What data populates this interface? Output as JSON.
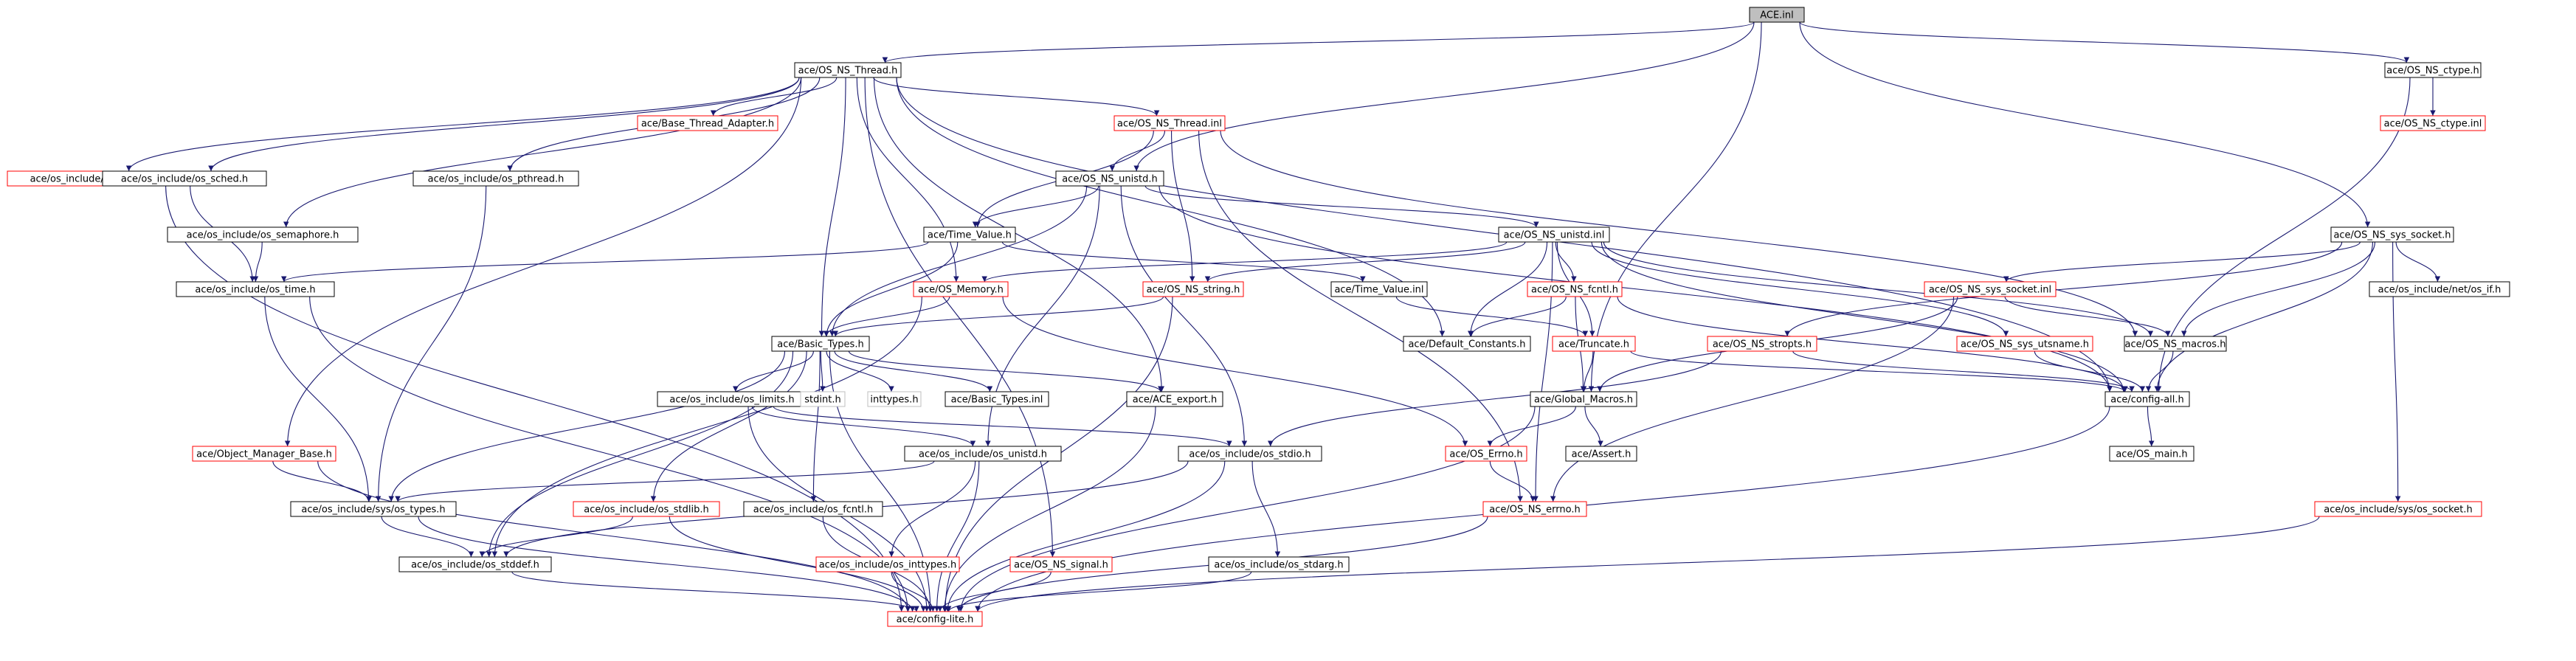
{
  "graph": {
    "colors": {
      "edge": "#191970",
      "node_border": "#000000",
      "missing_border": "#ff0000",
      "external_border": "#bfbfbf",
      "root_fill": "#bfbfbf",
      "node_fill": "#ffffff"
    },
    "nodes": [
      {
        "id": "ace_inl",
        "label": "ACE.inl",
        "kind": "root"
      },
      {
        "id": "os_ns_thread_h",
        "label": "ace/OS_NS_Thread.h",
        "kind": "normal"
      },
      {
        "id": "os_ns_ctype_h",
        "label": "ace/OS_NS_ctype.h",
        "kind": "normal"
      },
      {
        "id": "os_ns_ctype_inl",
        "label": "ace/OS_NS_ctype.inl",
        "kind": "missing"
      },
      {
        "id": "os_sem_h",
        "label": "ace/os_include/sys/os_sem.h",
        "kind": "missing"
      },
      {
        "id": "os_sched_h",
        "label": "ace/os_include/os_sched.h",
        "kind": "normal"
      },
      {
        "id": "base_thread_adapter_h",
        "label": "ace/Base_Thread_Adapter.h",
        "kind": "missing"
      },
      {
        "id": "os_pthread_h",
        "label": "ace/os_include/os_pthread.h",
        "kind": "normal"
      },
      {
        "id": "os_ns_thread_inl",
        "label": "ace/OS_NS_Thread.inl",
        "kind": "missing"
      },
      {
        "id": "os_ns_unistd_h",
        "label": "ace/OS_NS_unistd.h",
        "kind": "normal"
      },
      {
        "id": "os_semaphore_h",
        "label": "ace/os_include/os_semaphore.h",
        "kind": "normal"
      },
      {
        "id": "time_value_h",
        "label": "ace/Time_Value.h",
        "kind": "normal"
      },
      {
        "id": "os_ns_unistd_inl",
        "label": "ace/OS_NS_unistd.inl",
        "kind": "normal"
      },
      {
        "id": "os_ns_sys_socket_h",
        "label": "ace/OS_NS_sys_socket.h",
        "kind": "normal"
      },
      {
        "id": "os_time_h",
        "label": "ace/os_include/os_time.h",
        "kind": "normal"
      },
      {
        "id": "os_memory_h",
        "label": "ace/OS_Memory.h",
        "kind": "missing"
      },
      {
        "id": "os_ns_string_h",
        "label": "ace/OS_NS_string.h",
        "kind": "missing"
      },
      {
        "id": "time_value_inl",
        "label": "ace/Time_Value.inl",
        "kind": "normal"
      },
      {
        "id": "os_ns_fcntl_h",
        "label": "ace/OS_NS_fcntl.h",
        "kind": "missing"
      },
      {
        "id": "os_ns_sys_socket_inl",
        "label": "ace/OS_NS_sys_socket.inl",
        "kind": "missing"
      },
      {
        "id": "os_if_h",
        "label": "ace/os_include/net/os_if.h",
        "kind": "normal"
      },
      {
        "id": "basic_types_h",
        "label": "ace/Basic_Types.h",
        "kind": "normal"
      },
      {
        "id": "default_constants_h",
        "label": "ace/Default_Constants.h",
        "kind": "normal"
      },
      {
        "id": "truncate_h",
        "label": "ace/Truncate.h",
        "kind": "missing"
      },
      {
        "id": "os_ns_stropts_h",
        "label": "ace/OS_NS_stropts.h",
        "kind": "missing"
      },
      {
        "id": "os_ns_sys_utsname_h",
        "label": "ace/OS_NS_sys_utsname.h",
        "kind": "missing"
      },
      {
        "id": "os_ns_macros_h",
        "label": "ace/OS_NS_macros.h",
        "kind": "normal"
      },
      {
        "id": "os_limits_h",
        "label": "ace/os_include/os_limits.h",
        "kind": "normal"
      },
      {
        "id": "stdint_h",
        "label": "stdint.h",
        "kind": "external"
      },
      {
        "id": "inttypes_h",
        "label": "inttypes.h",
        "kind": "external"
      },
      {
        "id": "basic_types_inl",
        "label": "ace/Basic_Types.inl",
        "kind": "normal"
      },
      {
        "id": "ace_export_h",
        "label": "ace/ACE_export.h",
        "kind": "normal"
      },
      {
        "id": "global_macros_h",
        "label": "ace/Global_Macros.h",
        "kind": "normal"
      },
      {
        "id": "config_all_h",
        "label": "ace/config-all.h",
        "kind": "normal"
      },
      {
        "id": "object_manager_base_h",
        "label": "ace/Object_Manager_Base.h",
        "kind": "missing"
      },
      {
        "id": "os_unistd_h",
        "label": "ace/os_include/os_unistd.h",
        "kind": "normal"
      },
      {
        "id": "os_stdio_h",
        "label": "ace/os_include/os_stdio.h",
        "kind": "normal"
      },
      {
        "id": "os_errno_h",
        "label": "ace/OS_Errno.h",
        "kind": "missing"
      },
      {
        "id": "assert_h",
        "label": "ace/Assert.h",
        "kind": "normal"
      },
      {
        "id": "os_main_h",
        "label": "ace/OS_main.h",
        "kind": "normal"
      },
      {
        "id": "os_types_h",
        "label": "ace/os_include/sys/os_types.h",
        "kind": "normal"
      },
      {
        "id": "os_stdlib_h",
        "label": "ace/os_include/os_stdlib.h",
        "kind": "missing"
      },
      {
        "id": "os_fcntl_h",
        "label": "ace/os_include/os_fcntl.h",
        "kind": "normal"
      },
      {
        "id": "os_ns_errno_h",
        "label": "ace/OS_NS_errno.h",
        "kind": "missing"
      },
      {
        "id": "os_socket_h",
        "label": "ace/os_include/sys/os_socket.h",
        "kind": "missing"
      },
      {
        "id": "os_stddef_h",
        "label": "ace/os_include/os_stddef.h",
        "kind": "normal"
      },
      {
        "id": "os_inttypes_h",
        "label": "ace/os_include/os_inttypes.h",
        "kind": "missing"
      },
      {
        "id": "os_ns_signal_h",
        "label": "ace/OS_NS_signal.h",
        "kind": "missing"
      },
      {
        "id": "os_stdarg_h",
        "label": "ace/os_include/os_stdarg.h",
        "kind": "normal"
      },
      {
        "id": "config_lite_h",
        "label": "ace/config-lite.h",
        "kind": "missing"
      }
    ],
    "edges": [
      [
        "ace_inl",
        "os_ns_thread_h"
      ],
      [
        "ace_inl",
        "os_ns_ctype_h"
      ],
      [
        "ace_inl",
        "os_ns_unistd_h"
      ],
      [
        "ace_inl",
        "os_ns_sys_socket_h"
      ],
      [
        "ace_inl",
        "global_macros_h"
      ],
      [
        "os_ns_ctype_h",
        "os_ns_ctype_inl"
      ],
      [
        "os_ns_ctype_h",
        "config_all_h"
      ],
      [
        "os_ns_thread_h",
        "os_sem_h"
      ],
      [
        "os_ns_thread_h",
        "os_sched_h"
      ],
      [
        "os_ns_thread_h",
        "base_thread_adapter_h"
      ],
      [
        "os_ns_thread_h",
        "os_pthread_h"
      ],
      [
        "os_ns_thread_h",
        "os_ns_thread_inl"
      ],
      [
        "os_ns_thread_h",
        "os_semaphore_h"
      ],
      [
        "os_ns_thread_h",
        "object_manager_base_h"
      ],
      [
        "os_ns_thread_h",
        "basic_types_h"
      ],
      [
        "os_ns_thread_h",
        "os_memory_h"
      ],
      [
        "os_ns_thread_h",
        "default_constants_h"
      ],
      [
        "os_ns_thread_h",
        "ace_export_h"
      ],
      [
        "os_ns_thread_h",
        "config_all_h"
      ],
      [
        "os_ns_thread_h",
        "os_ns_signal_h"
      ],
      [
        "os_ns_thread_inl",
        "os_ns_unistd_h"
      ],
      [
        "os_ns_thread_inl",
        "time_value_h"
      ],
      [
        "os_ns_thread_inl",
        "os_ns_string_h"
      ],
      [
        "os_ns_thread_inl",
        "os_ns_errno_h"
      ],
      [
        "os_ns_thread_inl",
        "os_ns_macros_h"
      ],
      [
        "os_ns_unistd_h",
        "time_value_h"
      ],
      [
        "os_ns_unistd_h",
        "os_ns_unistd_inl"
      ],
      [
        "os_ns_unistd_h",
        "basic_types_h"
      ],
      [
        "os_ns_unistd_h",
        "os_unistd_h"
      ],
      [
        "os_ns_unistd_h",
        "os_stdio_h"
      ],
      [
        "os_ns_unistd_h",
        "config_all_h"
      ],
      [
        "os_ns_unistd_inl",
        "os_memory_h"
      ],
      [
        "os_ns_unistd_inl",
        "os_ns_string_h"
      ],
      [
        "os_ns_unistd_inl",
        "default_constants_h"
      ],
      [
        "os_ns_unistd_inl",
        "os_ns_fcntl_h"
      ],
      [
        "os_ns_unistd_inl",
        "truncate_h"
      ],
      [
        "os_ns_unistd_inl",
        "os_ns_sys_utsname_h"
      ],
      [
        "os_ns_unistd_inl",
        "os_ns_macros_h"
      ],
      [
        "os_ns_unistd_inl",
        "os_ns_errno_h"
      ],
      [
        "os_ns_unistd_inl",
        "config_all_h"
      ],
      [
        "os_sched_h",
        "os_time_h"
      ],
      [
        "os_semaphore_h",
        "os_time_h"
      ],
      [
        "os_sem_h",
        "config_lite_h"
      ],
      [
        "os_time_h",
        "os_types_h"
      ],
      [
        "os_time_h",
        "config_lite_h"
      ],
      [
        "os_pthread_h",
        "os_types_h"
      ],
      [
        "time_value_h",
        "time_value_inl"
      ],
      [
        "time_value_h",
        "basic_types_h"
      ],
      [
        "time_value_h",
        "os_time_h"
      ],
      [
        "time_value_inl",
        "truncate_h"
      ],
      [
        "os_memory_h",
        "basic_types_h"
      ],
      [
        "os_memory_h",
        "os_errno_h"
      ],
      [
        "os_memory_h",
        "os_stddef_h"
      ],
      [
        "os_ns_string_h",
        "basic_types_h"
      ],
      [
        "os_ns_string_h",
        "config_lite_h"
      ],
      [
        "os_ns_fcntl_h",
        "default_constants_h"
      ],
      [
        "os_ns_fcntl_h",
        "global_macros_h"
      ],
      [
        "os_ns_fcntl_h",
        "config_all_h"
      ],
      [
        "truncate_h",
        "global_macros_h"
      ],
      [
        "truncate_h",
        "config_all_h"
      ],
      [
        "os_ns_sys_socket_h",
        "os_ns_sys_socket_inl"
      ],
      [
        "os_ns_sys_socket_h",
        "os_if_h"
      ],
      [
        "os_ns_sys_socket_h",
        "os_ns_stropts_h"
      ],
      [
        "os_ns_sys_socket_h",
        "os_ns_macros_h"
      ],
      [
        "os_ns_sys_socket_h",
        "config_all_h"
      ],
      [
        "os_ns_sys_socket_h",
        "os_socket_h"
      ],
      [
        "os_ns_sys_socket_inl",
        "os_ns_macros_h"
      ],
      [
        "os_ns_sys_socket_inl",
        "global_macros_h"
      ],
      [
        "os_ns_sys_socket_inl",
        "os_ns_errno_h"
      ],
      [
        "os_ns_stropts_h",
        "os_stdio_h"
      ],
      [
        "os_ns_stropts_h",
        "config_all_h"
      ],
      [
        "os_ns_sys_utsname_h",
        "config_all_h"
      ],
      [
        "os_ns_macros_h",
        "config_all_h"
      ],
      [
        "basic_types_h",
        "os_limits_h"
      ],
      [
        "basic_types_h",
        "stdint_h"
      ],
      [
        "basic_types_h",
        "inttypes_h"
      ],
      [
        "basic_types_h",
        "basic_types_inl"
      ],
      [
        "basic_types_h",
        "ace_export_h"
      ],
      [
        "basic_types_h",
        "os_types_h"
      ],
      [
        "basic_types_h",
        "os_stddef_h"
      ],
      [
        "basic_types_h",
        "os_stdlib_h"
      ],
      [
        "basic_types_h",
        "os_fcntl_h"
      ],
      [
        "basic_types_h",
        "config_lite_h"
      ],
      [
        "os_limits_h",
        "os_unistd_h"
      ],
      [
        "os_limits_h",
        "os_stdio_h"
      ],
      [
        "os_limits_h",
        "config_lite_h"
      ],
      [
        "ace_export_h",
        "config_lite_h"
      ],
      [
        "global_macros_h",
        "os_errno_h"
      ],
      [
        "global_macros_h",
        "assert_h"
      ],
      [
        "global_macros_h",
        "config_lite_h"
      ],
      [
        "config_all_h",
        "os_main_h"
      ],
      [
        "config_all_h",
        "config_lite_h"
      ],
      [
        "object_manager_base_h",
        "os_types_h"
      ],
      [
        "object_manager_base_h",
        "config_lite_h"
      ],
      [
        "os_unistd_h",
        "os_types_h"
      ],
      [
        "os_unistd_h",
        "os_inttypes_h"
      ],
      [
        "os_unistd_h",
        "config_lite_h"
      ],
      [
        "os_stdio_h",
        "os_stddef_h"
      ],
      [
        "os_stdio_h",
        "os_stdarg_h"
      ],
      [
        "os_stdio_h",
        "config_lite_h"
      ],
      [
        "os_errno_h",
        "os_ns_errno_h"
      ],
      [
        "os_ns_errno_h",
        "config_lite_h"
      ],
      [
        "os_types_h",
        "os_stddef_h"
      ],
      [
        "os_types_h",
        "config_lite_h"
      ],
      [
        "os_stdlib_h",
        "os_stddef_h"
      ],
      [
        "os_stdlib_h",
        "config_lite_h"
      ],
      [
        "os_fcntl_h",
        "config_lite_h"
      ],
      [
        "os_stddef_h",
        "config_lite_h"
      ],
      [
        "os_inttypes_h",
        "config_lite_h"
      ],
      [
        "os_ns_signal_h",
        "config_lite_h"
      ],
      [
        "os_stdarg_h",
        "config_lite_h"
      ],
      [
        "os_socket_h",
        "config_lite_h"
      ]
    ]
  }
}
